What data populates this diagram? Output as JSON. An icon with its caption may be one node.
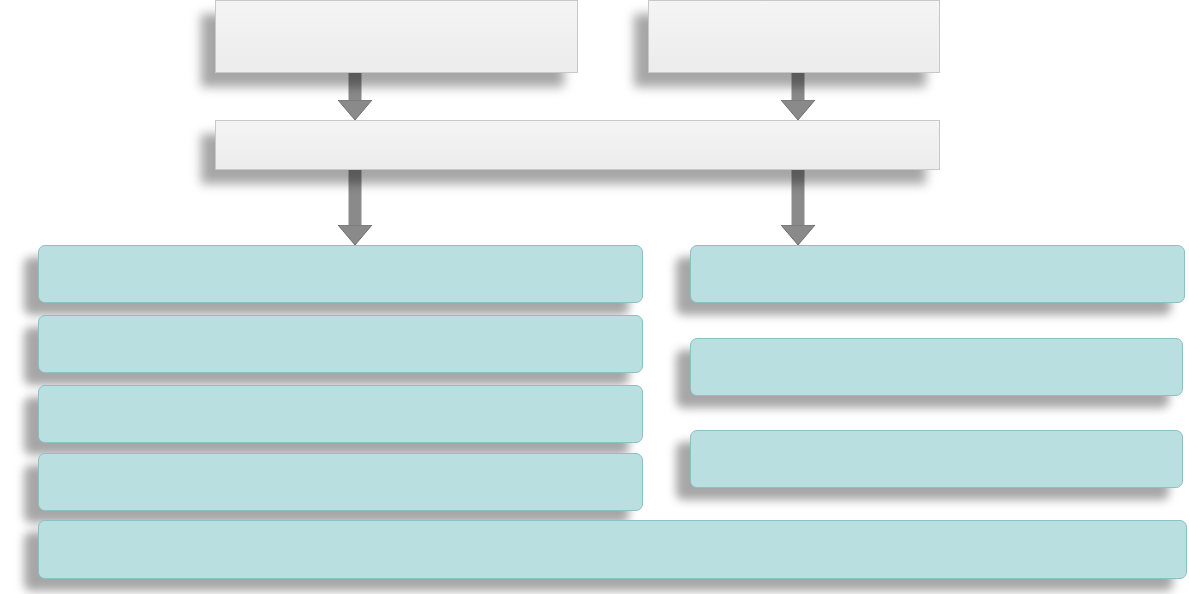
{
  "diagram": {
    "nodes": [
      {
        "text": [],
        "shape": "box"
      },
      {
        "text": [],
        "shape": "box"
      },
      {
        "text": [],
        "shape": "box"
      },
      {
        "text": [],
        "shape": "box"
      },
      {
        "text": [],
        "shape": "box"
      },
      {
        "text": [],
        "shape": "box"
      },
      {
        "text": [],
        "shape": "box"
      },
      {
        "text": [],
        "shape": "box"
      },
      {
        "text": [],
        "shape": "box"
      },
      {
        "text": [],
        "shape": "box"
      },
      {
        "text": [],
        "shape": "box"
      }
    ],
    "edges": [
      {
        "from": 0,
        "to": 2,
        "arrow": "to"
      },
      {
        "from": 1,
        "to": 2,
        "arrow": "to"
      },
      {
        "from": 2,
        "to": 3,
        "arrow": "to"
      },
      {
        "from": 2,
        "to": 4,
        "arrow": "to"
      }
    ]
  }
}
